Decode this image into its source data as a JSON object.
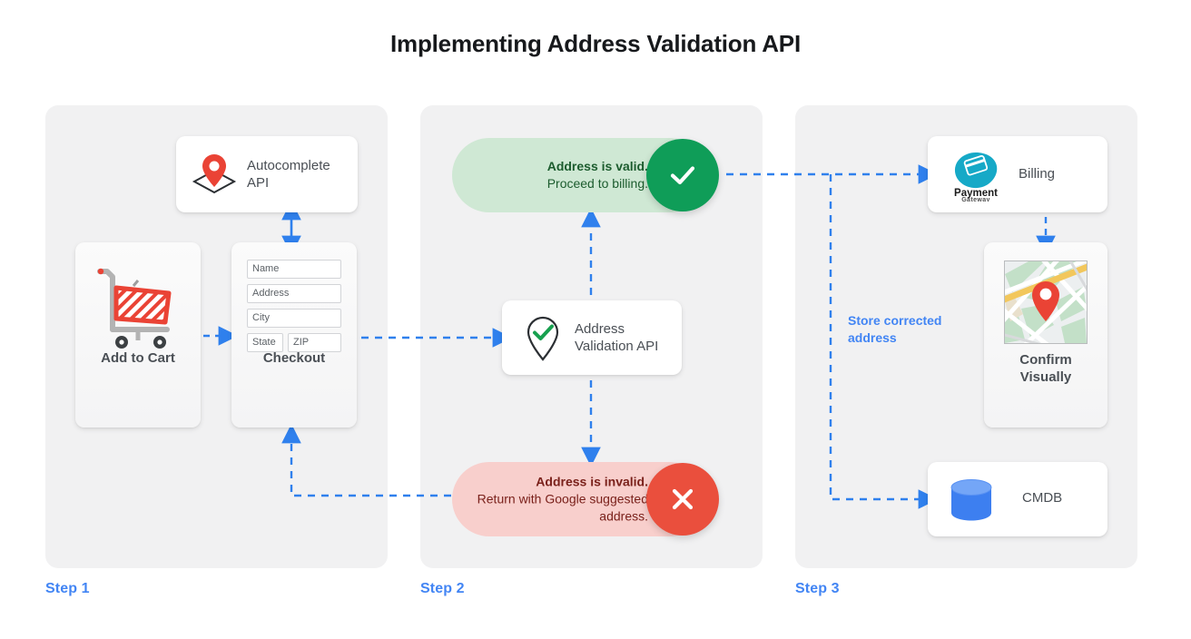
{
  "page": {
    "title": "Implementing Address Validation API",
    "accent_blue": "#4285f4",
    "panel_bg": "#f1f1f2",
    "green": "#0f9d58",
    "red": "#ea4f3d",
    "green_pill_bg": "#cfe8d4",
    "red_pill_bg": "#f8cfcc",
    "canvas_bg": "#ffffff"
  },
  "steps": [
    {
      "label": "Step 1"
    },
    {
      "label": "Step 2"
    },
    {
      "label": "Step 3"
    }
  ],
  "step1": {
    "autocomplete": {
      "label_line1": "Autocomplete",
      "label_line2": "API",
      "icon": "map-pin-diamond-icon"
    },
    "add_to_cart": {
      "caption": "Add to Cart",
      "icon": "shopping-cart-icon"
    },
    "checkout": {
      "caption": "Checkout",
      "fields": [
        {
          "name": "name-field",
          "placeholder": "Name"
        },
        {
          "name": "address-field",
          "placeholder": "Address"
        },
        {
          "name": "city-field",
          "placeholder": "City"
        },
        {
          "name": "state-field",
          "placeholder": "State"
        },
        {
          "name": "zip-field",
          "placeholder": "ZIP"
        }
      ]
    }
  },
  "step2": {
    "valid": {
      "headline": "Address is valid.",
      "detail": "Proceed to billing.",
      "icon": "check-circle-icon"
    },
    "invalid": {
      "headline": "Address is invalid.",
      "detail": "Return with Google suggested address.",
      "icon": "x-circle-icon"
    },
    "validation_api": {
      "label_line1": "Address",
      "label_line2": "Validation API",
      "icon": "pin-check-icon"
    }
  },
  "step3": {
    "billing": {
      "label": "Billing",
      "logo_line1": "Payment",
      "logo_line2": "Gateway",
      "icon": "payment-gateway-icon"
    },
    "confirm": {
      "caption_line1": "Confirm",
      "caption_line2": "Visually",
      "icon": "map-thumbnail-icon"
    },
    "cmdb": {
      "label": "CMDB",
      "icon": "database-icon"
    },
    "annotation": "Store corrected address"
  }
}
